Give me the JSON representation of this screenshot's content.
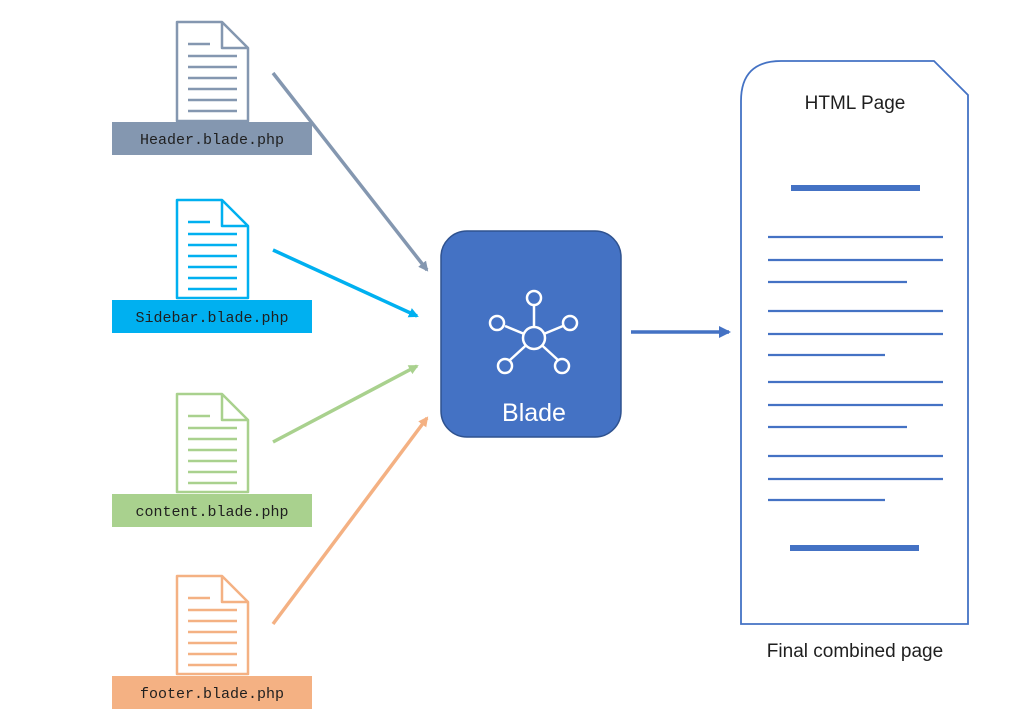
{
  "files": [
    {
      "id": "header",
      "label": "Header.blade.php",
      "color": "#8497B0",
      "label_text_color": "#1f1f1f"
    },
    {
      "id": "sidebar",
      "label": "Sidebar.blade.php",
      "color": "#00B0F0",
      "label_text_color": "#1f1f1f"
    },
    {
      "id": "content",
      "label": "content.blade.php",
      "color": "#A9D18E",
      "label_text_color": "#1f1f1f"
    },
    {
      "id": "footer",
      "label": "footer.blade.php",
      "color": "#F4B183",
      "label_text_color": "#1f1f1f"
    }
  ],
  "engine": {
    "label": "Blade",
    "fill": "#4472C4",
    "icon": "hub-network-icon",
    "text_color": "#ffffff"
  },
  "output": {
    "title": "HTML Page",
    "caption": "Final combined page",
    "line_color": "#4472C4",
    "border_color": "#4472C4"
  },
  "arrow_color": "#4472C4"
}
